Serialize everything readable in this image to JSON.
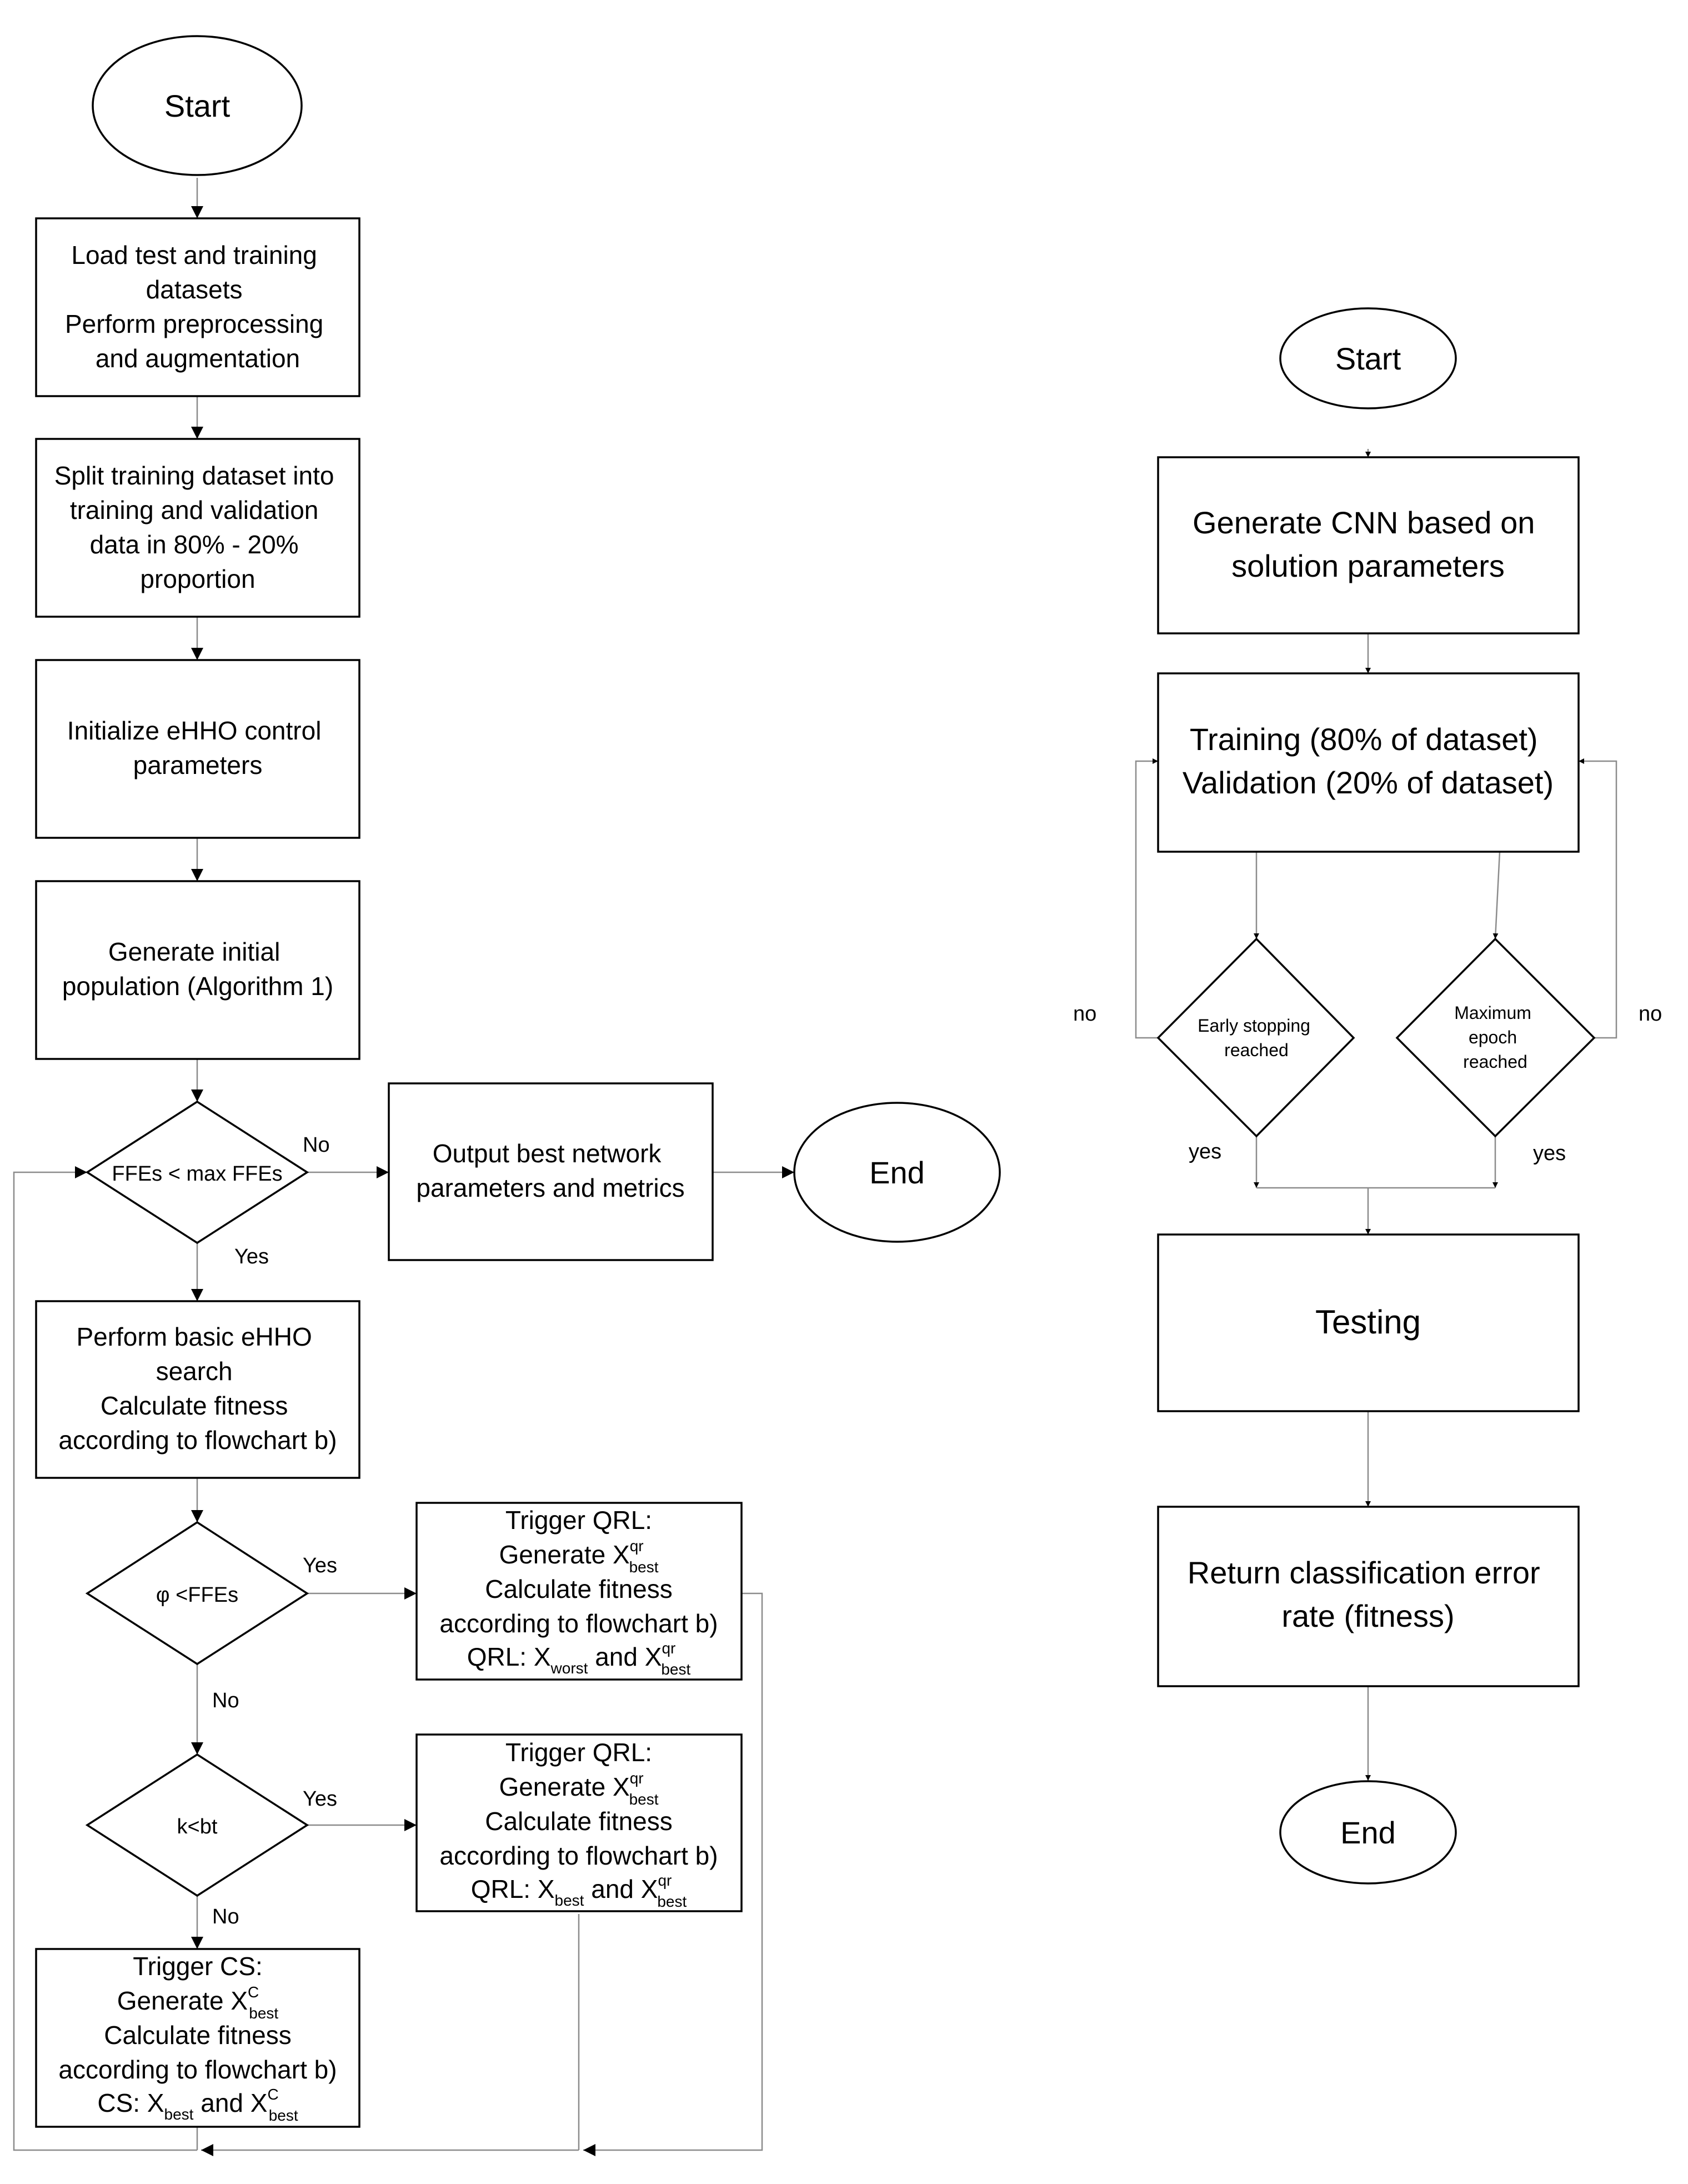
{
  "flowchart_a": {
    "start": "Start",
    "load": [
      "Load test and training",
      "datasets",
      "Perform preprocessing",
      "and augmentation"
    ],
    "split": [
      "Split training dataset into",
      "training and validation",
      "data in 80% - 20%",
      "proportion"
    ],
    "init": [
      "Initialize eHHO control",
      "parameters"
    ],
    "generate": [
      "Generate initial",
      "population (Algorithm 1)"
    ],
    "ffe_decision": "FFEs < max FFEs",
    "ffe_no": "No",
    "ffe_yes": "Yes",
    "output": [
      "Output best network",
      "parameters and metrics"
    ],
    "end": "End",
    "search": [
      "Perform basic eHHO",
      "search",
      "Calculate fitness",
      "according to flowchart b)"
    ],
    "phi_decision": "φ <FFEs",
    "phi_yes": "Yes",
    "phi_no": "No",
    "qrl1": {
      "title": "Trigger QRL:",
      "gen": "Generate X",
      "gen_sup": "qr",
      "gen_sub": "best",
      "calc": "Calculate fitness",
      "acc": "according to flowchart b)",
      "q_pre": "QRL: X",
      "q_sub1": "worst",
      "q_mid": " and X",
      "q_sup2": "qr",
      "q_sub2": "best"
    },
    "k_decision": "k<bt",
    "k_yes": "Yes",
    "k_no": "No",
    "qrl2": {
      "title": "Trigger QRL:",
      "gen": "Generate X",
      "gen_sup": "qr",
      "gen_sub": "best",
      "calc": "Calculate fitness",
      "acc": "according to flowchart b)",
      "q_pre": "QRL: X",
      "q_sub1": "best",
      "q_mid": " and X",
      "q_sup2": "qr",
      "q_sub2": "best"
    },
    "cs": {
      "title": "Trigger CS:",
      "gen": "Generate X",
      "gen_sup": "C",
      "gen_sub": "best",
      "calc": "Calculate fitness",
      "acc": "according to flowchart b)",
      "q_pre": "CS: X",
      "q_sub1": "best",
      "q_mid": " and X",
      "q_sup2": "C",
      "q_sub2": "best"
    }
  },
  "flowchart_b": {
    "start": "Start",
    "generate": [
      "Generate CNN based on",
      "solution parameters"
    ],
    "train": [
      "Training (80% of dataset)",
      "Validation (20% of dataset)"
    ],
    "early": [
      "Early stopping",
      "reached"
    ],
    "maxep": [
      "Maximum",
      "epoch",
      "reached"
    ],
    "no_left": "no",
    "no_right": "no",
    "yes_left": "yes",
    "yes_right": "yes",
    "testing": "Testing",
    "return": [
      "Return classification error",
      "rate (fitness)"
    ],
    "end": "End"
  }
}
